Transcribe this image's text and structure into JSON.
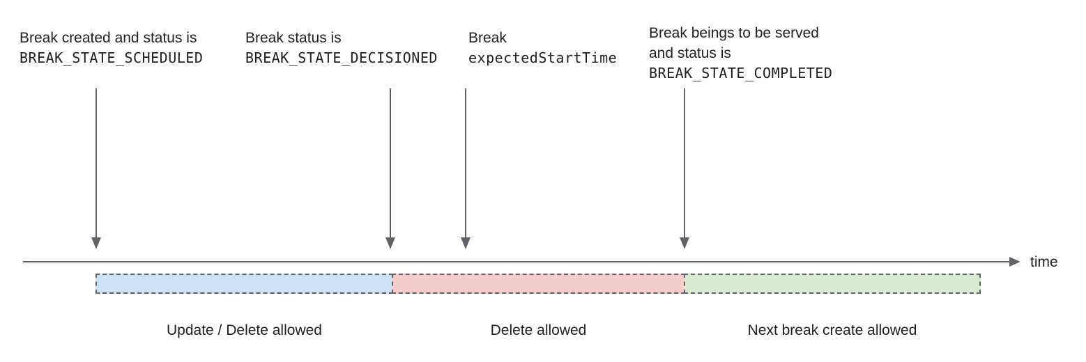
{
  "annotations": [
    {
      "text": "Break created and status is",
      "code": "BREAK_STATE_SCHEDULED"
    },
    {
      "text": "Break status is",
      "code": "BREAK_STATE_DECISIONED"
    },
    {
      "text": "Break",
      "code": "expectedStartTime"
    },
    {
      "text": "Break beings to be served",
      "text2": "and status is",
      "code": "BREAK_STATE_COMPLETED"
    }
  ],
  "timeline": {
    "axis_label": "time",
    "line_color": "#5f6368"
  },
  "segments": [
    {
      "label": "Update / Delete allowed",
      "fill": "#cfe2f3",
      "border": "#5f6368"
    },
    {
      "label": "Delete allowed",
      "fill": "#f4cccc",
      "border": "#5f6368"
    },
    {
      "label": "Next break create allowed",
      "fill": "#d9ead3",
      "border": "#5f6368"
    }
  ],
  "colors": {
    "text": "#202124"
  }
}
